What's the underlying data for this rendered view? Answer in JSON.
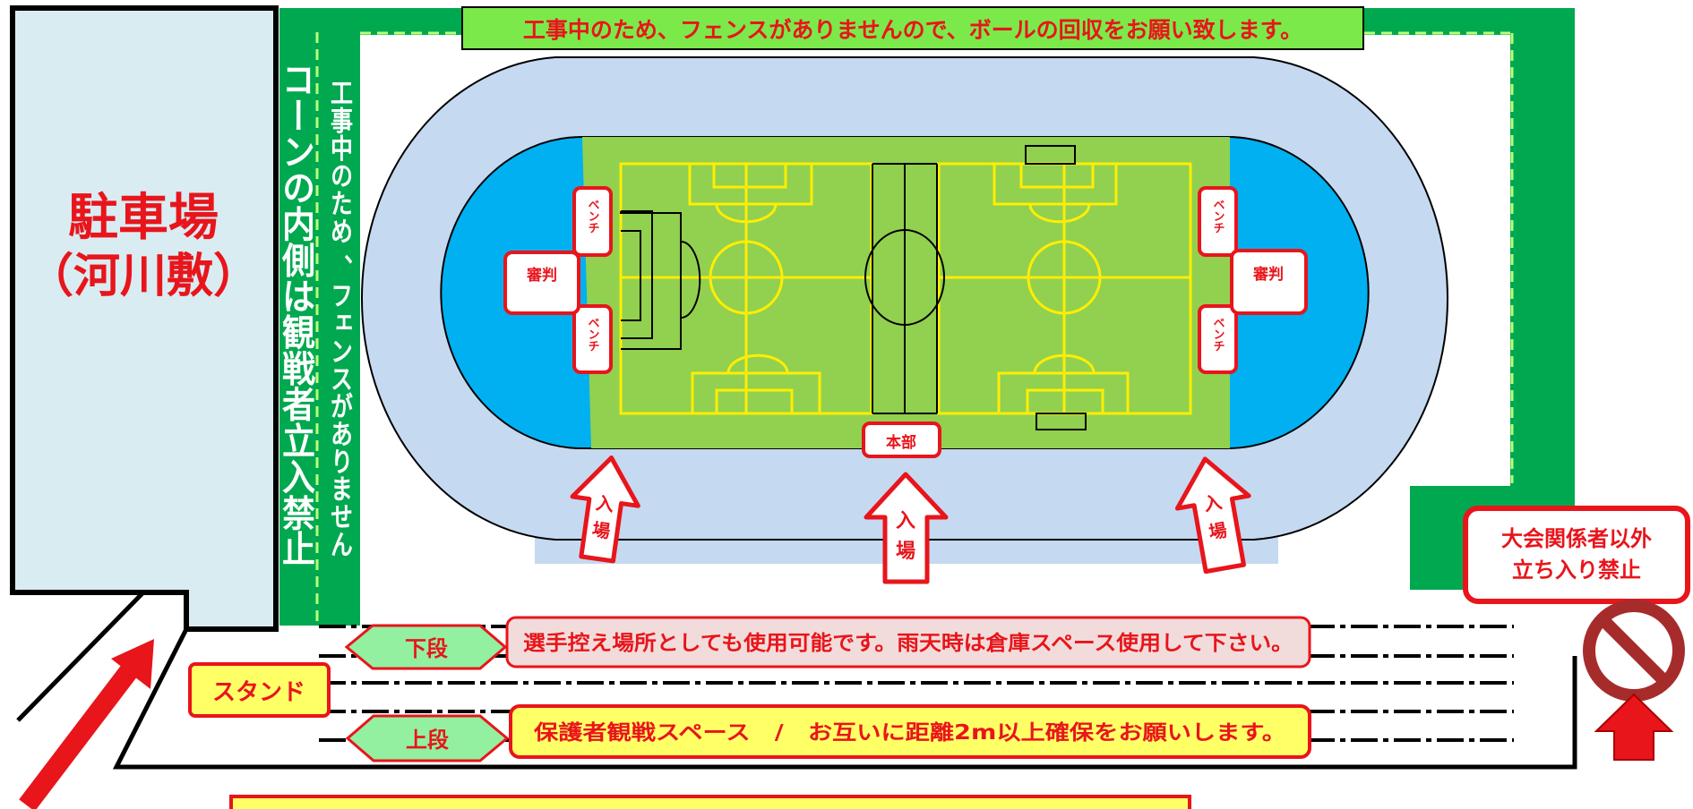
{
  "notice_top": "工事中のため、フェンスがありませんので、ボールの回収をお願い致します。",
  "parking": {
    "line1": "駐車場",
    "line2": "（河川敷）"
  },
  "vertical_cone": "コーンの内側は観戦者立入禁止",
  "vertical_construction": "工事中のため 、フェンスがありません",
  "bench_label": "ベンチ",
  "referee_label": "審判",
  "hq_label": "本部",
  "entry": {
    "top": "入",
    "bottom": "場"
  },
  "no_entry": {
    "line1": "大会関係者以外",
    "line2": "立ち入り禁止"
  },
  "stand_label": "スタンド",
  "lower_tier": {
    "tag": "下段",
    "note": "選手控え場所としても使用可能です。雨天時は倉庫スペース使用して下さい。"
  },
  "upper_tier": {
    "tag": "上段",
    "note": "保護者観戦スペース　/　お互いに距離2m以上確保をお願いします。"
  },
  "colors": {
    "red": "#e8151b",
    "green": "#00a84f",
    "field": "#92d050",
    "track": "#c5d9f1",
    "end_blue": "#00b0f0",
    "note_yellow": "#ffff66",
    "note_pink": "#f2dcdb",
    "parking": "#d9ecf2",
    "tag_green": "#92f0a0"
  }
}
